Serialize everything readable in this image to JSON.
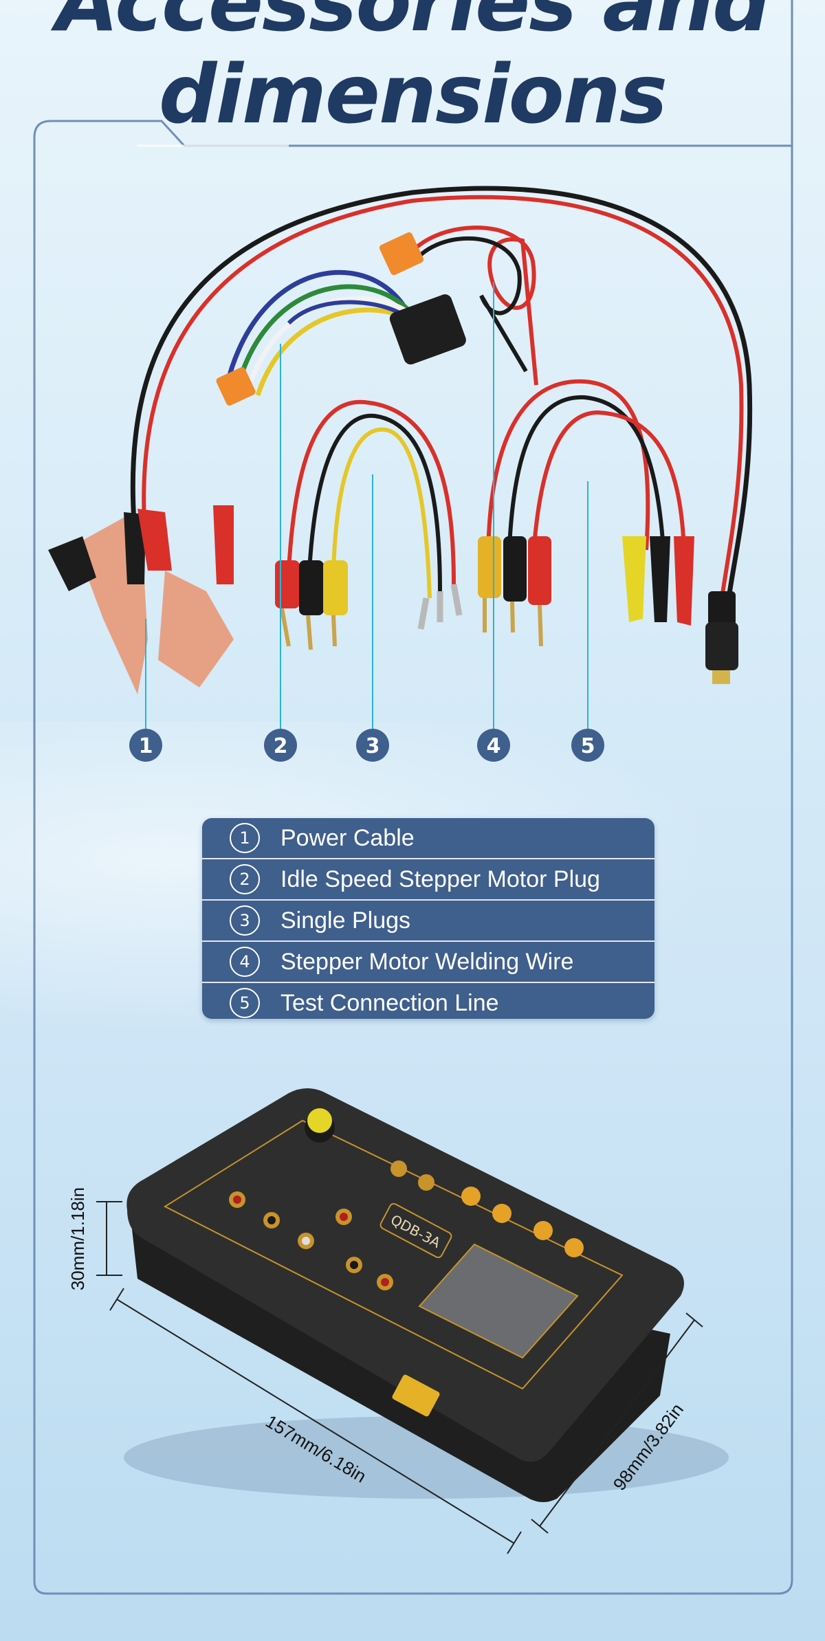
{
  "title": {
    "line1": "Accessories and",
    "line2": "dimensions"
  },
  "accessories": [
    {
      "num": "1",
      "label": "Power Cable"
    },
    {
      "num": "2",
      "label": "Idle Speed Stepper Motor Plug"
    },
    {
      "num": "3",
      "label": "Single Plugs"
    },
    {
      "num": "4",
      "label": "Stepper Motor Welding Wire"
    },
    {
      "num": "5",
      "label": "Test Connection Line"
    }
  ],
  "device": {
    "model": "QDB-3A",
    "dimensions": {
      "height": "30mm/1.18in",
      "length": "157mm/6.18in",
      "width": "98mm/3.82in"
    }
  },
  "colors": {
    "title": "#1f3a63",
    "badge": "#3f5f8d",
    "legend_bg": "#3f5f8d",
    "pointer_line": "#28b4d8",
    "frame": "#6f8fb8",
    "device_body": "#2a2a2a",
    "panel_trim": "#c8932a"
  }
}
